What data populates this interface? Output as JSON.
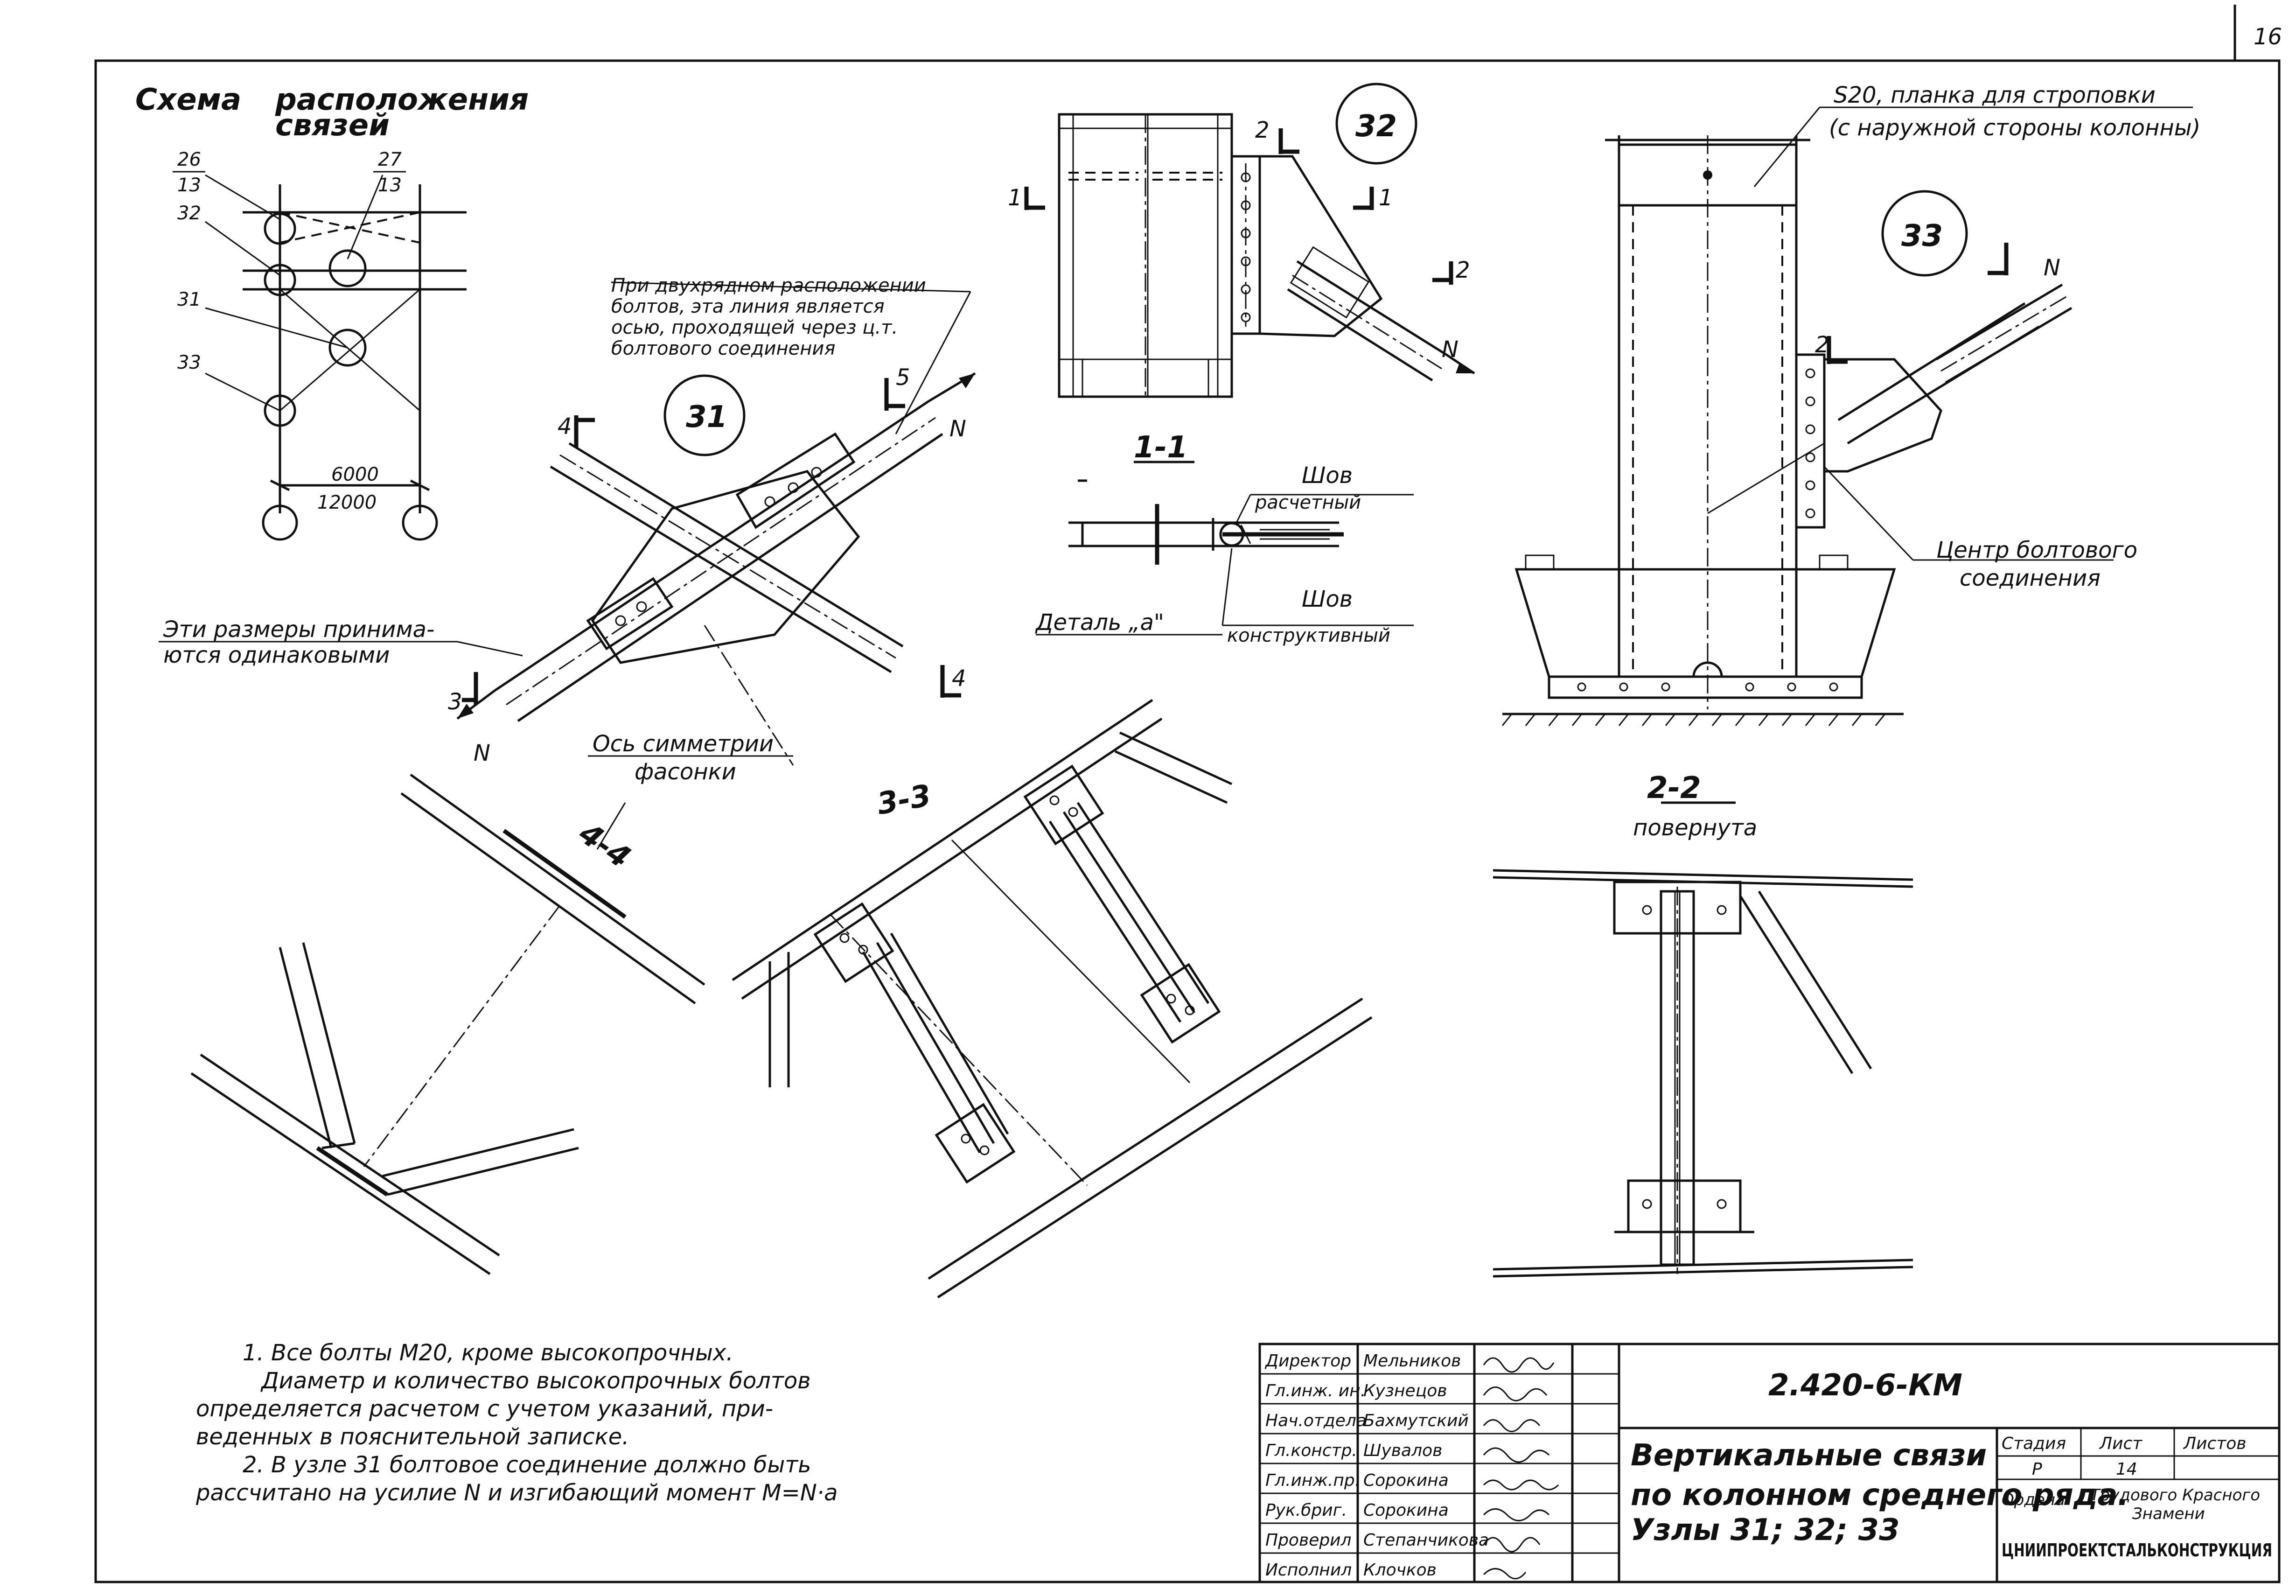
{
  "sheet_number": "16",
  "scheme": {
    "title_line1": "Схема",
    "title_line2": "расположения",
    "title_line3": "связей",
    "markers": [
      {
        "num": "26",
        "den": "13"
      },
      {
        "num": "27",
        "den": "13"
      },
      {
        "num": "32",
        "den": ""
      },
      {
        "num": "31",
        "den": ""
      },
      {
        "num": "33",
        "den": ""
      }
    ],
    "dim_top": "6000",
    "dim_bottom": "12000"
  },
  "node31": {
    "label": "31",
    "note_lines": [
      "При двухрядном расположении",
      "болтов, эта линия является",
      "осью, проходящей через ц.т.",
      "болтового соединения"
    ],
    "sizes_note_lines": [
      "Эти размеры принима-",
      "ются одинаковыми"
    ],
    "symmetry_note_lines": [
      "Ось симметрии",
      "фасонки"
    ],
    "cut_labels": [
      "4",
      "5",
      "3",
      "4"
    ],
    "force_label": "N"
  },
  "node32": {
    "label": "32",
    "cut_labels": [
      "2",
      "1",
      "1",
      "2"
    ],
    "force_label": "N",
    "section_title": "1-1",
    "detail_label": "Деталь „а\"",
    "weld_calc_lines": [
      "Шов",
      "расчетный"
    ],
    "weld_struct_lines": [
      "Шов",
      "конструктивный"
    ]
  },
  "node33": {
    "label": "33",
    "plate_note_lines": [
      "S20, планка для строповки",
      "(с наружной стороны колонны)"
    ],
    "center_note_lines": [
      "Центр болтового",
      "соединения"
    ],
    "cut_label": "2",
    "force_label": "N"
  },
  "sections": {
    "s44": "4-4",
    "s33": "3-3",
    "s22": "2-2",
    "s22_sub": "повернута"
  },
  "notes": [
    "1. Все болты М20, кроме высокопрочных.",
    "Диаметр и количество высокопрочных болтов",
    "определяется расчетом с учетом указаний, при-",
    "веденных в пояснительной записке.",
    "2. В узле 31 болтовое соединение должно быть",
    "рассчитано на усилие N и изгибающий момент М=N·а"
  ],
  "title_block": {
    "people": [
      {
        "role": "Директор",
        "name": "Мельников"
      },
      {
        "role": "Гл.инж. ин.",
        "name": "Кузнецов"
      },
      {
        "role": "Нач.отдела",
        "name": "Бахмутский"
      },
      {
        "role": "Гл.констр.",
        "name": "Шувалов"
      },
      {
        "role": "Гл.инж.пр.",
        "name": "Сорокина"
      },
      {
        "role": "Рук.бриг.",
        "name": "Сорокина"
      },
      {
        "role": "Проверил",
        "name": "Степанчикова"
      },
      {
        "role": "Исполнил",
        "name": "Клочков"
      }
    ],
    "code": "2.420-6-КМ",
    "title_lines": [
      "Вертикальные связи",
      "по колонном среднего ряда.",
      "Узлы 31; 32; 33"
    ],
    "stage_header": "Стадия",
    "sheet_header": "Лист",
    "sheets_header": "Листов",
    "stage_value": "Р",
    "sheet_value": "14",
    "sheets_value": "",
    "org_line1": "Ордена",
    "org_line2": "Трудового Красного",
    "org_line3": "Знамени",
    "org_name": "ЦНИИПРОЕКТСТАЛЬКОНСТРУКЦИЯ"
  }
}
